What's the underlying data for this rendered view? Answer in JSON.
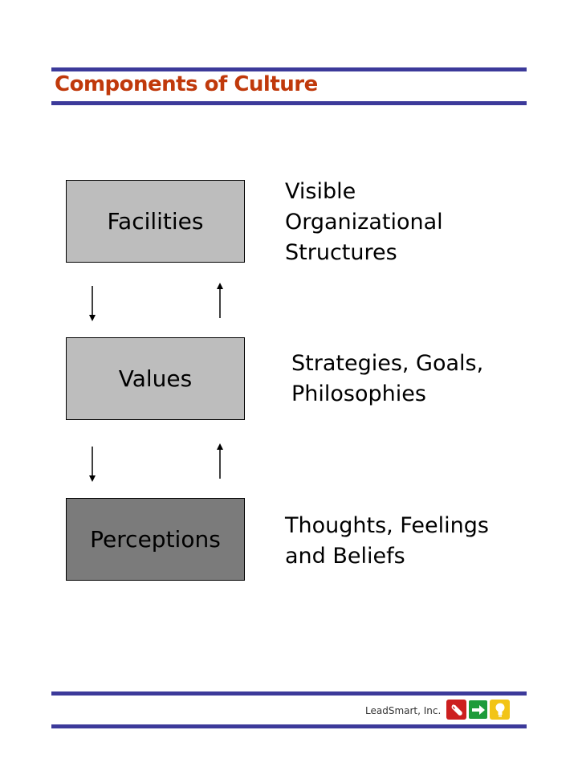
{
  "title": "Components of Culture",
  "colors": {
    "title": "#c0390b",
    "rule": "#3c3a9a",
    "box_light": "#bdbdbd",
    "box_dark": "#7b7b7b",
    "logo_red": "#cc1f1f",
    "logo_green": "#1e9b3a",
    "logo_yellow": "#f2c416"
  },
  "layers": [
    {
      "label": "Facilities",
      "description": [
        "Visible",
        "Organizational",
        "Structures"
      ]
    },
    {
      "label": "Values",
      "description": [
        "Strategies, Goals,",
        "Philosophies"
      ]
    },
    {
      "label": "Perceptions",
      "description": [
        "Thoughts, Feelings",
        "and Beliefs"
      ]
    }
  ],
  "arrows": {
    "left": "down",
    "right": "up"
  },
  "footer": {
    "company": "LeadSmart, Inc.",
    "logo_icons": [
      "wrench-icon",
      "arrow-right-icon",
      "lightbulb-icon"
    ]
  }
}
